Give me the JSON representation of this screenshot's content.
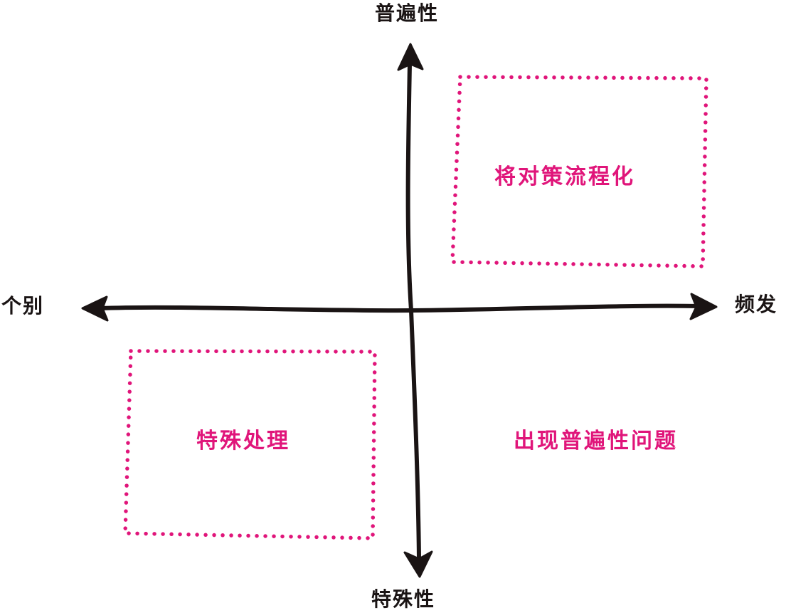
{
  "colors": {
    "axis": "#1a1414",
    "accent": "#e0157a"
  },
  "axes": {
    "top": "普遍性",
    "bottom": "特殊性",
    "left": "个别",
    "right": "频发"
  },
  "quadrants": {
    "upper_right": "将对策流程化",
    "lower_left": "特殊处理",
    "lower_right": "出现普遍性问题"
  }
}
